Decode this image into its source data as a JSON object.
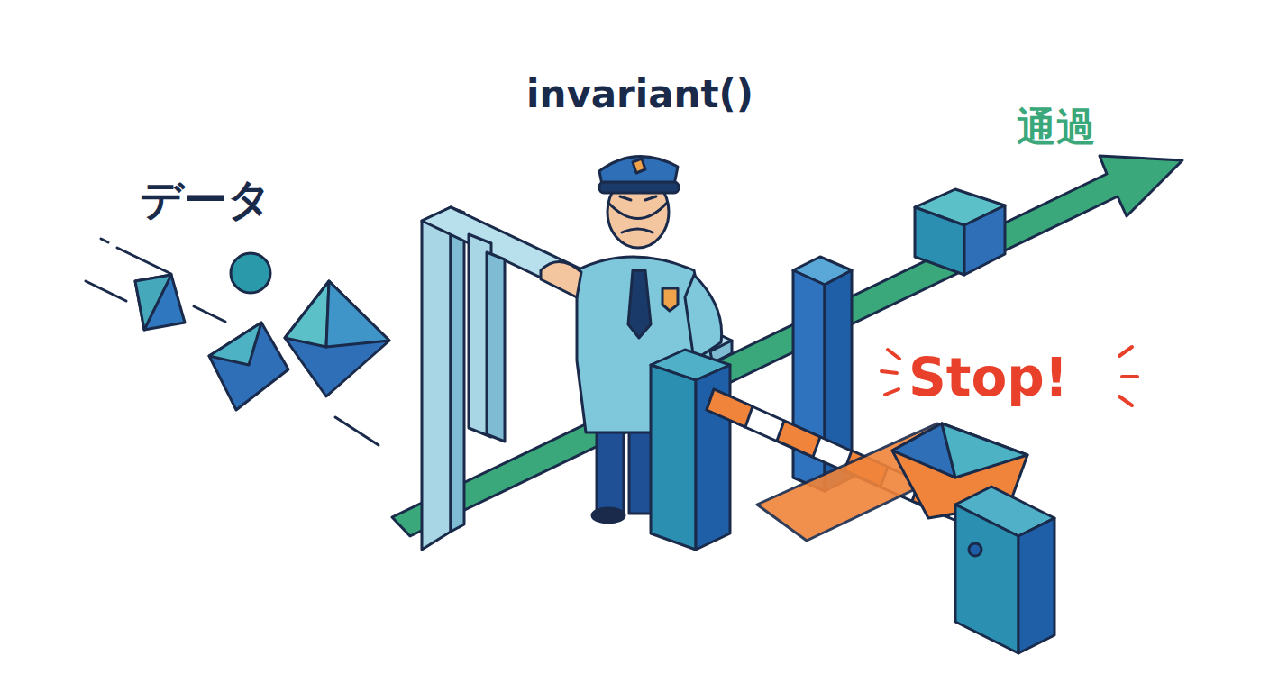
{
  "diagram": {
    "title": "invariant()",
    "labels": [
      "データ",
      "通過",
      "Stop!"
    ]
  }
}
